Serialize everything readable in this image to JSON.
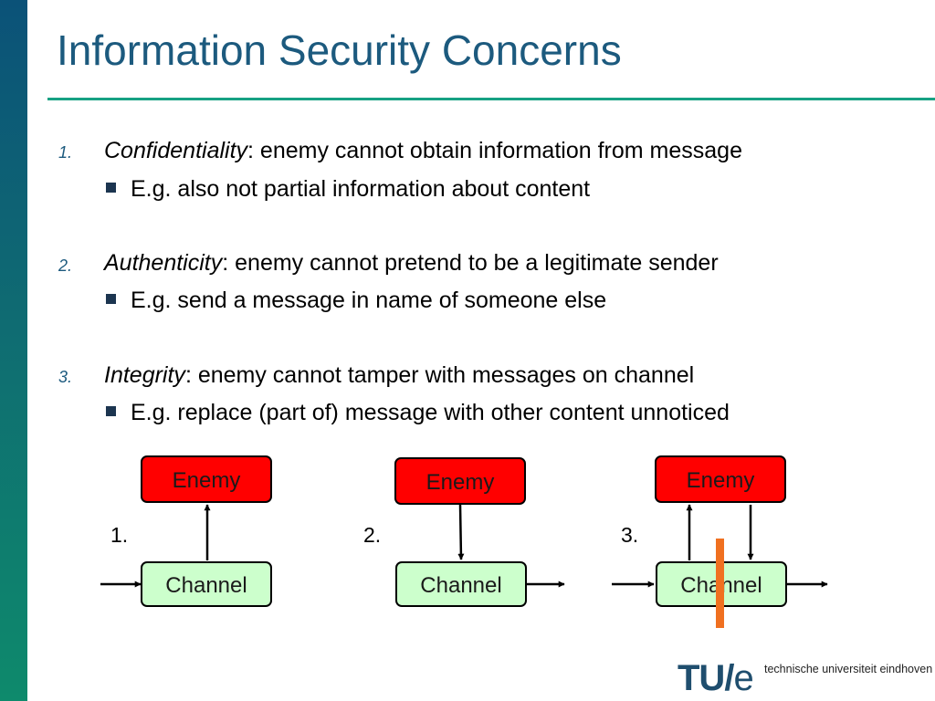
{
  "slide": {
    "title": "Information Security Concerns"
  },
  "items": [
    {
      "number": "1.",
      "term": "Confidentiality",
      "text": ": enemy cannot obtain information from message",
      "sub": "E.g. also not partial information about content"
    },
    {
      "number": "2.",
      "term": "Authenticity",
      "text": ": enemy cannot pretend to be a legitimate sender",
      "sub": "E.g. send a message in name of someone else"
    },
    {
      "number": "3.",
      "term": "Integrity",
      "text": ": enemy cannot tamper with messages on channel",
      "sub": "E.g. replace (part of) message with other content unnoticed"
    }
  ],
  "diagrams": [
    {
      "label": "1.",
      "enemy": "Enemy",
      "channel": "Channel"
    },
    {
      "label": "2.",
      "enemy": "Enemy",
      "channel": "Channel"
    },
    {
      "label": "3.",
      "enemy": "Enemy",
      "channel": "Channel"
    }
  ],
  "colors": {
    "enemy_fill": "#ff0000",
    "channel_fill": "#ccffcc",
    "tamper_bar": "#f07020",
    "title": "#1c5a7e",
    "accent_rule": "#17a183"
  },
  "logo": {
    "mark_a": "TU/",
    "mark_b": "e",
    "text": "technische universiteit eindhoven"
  }
}
